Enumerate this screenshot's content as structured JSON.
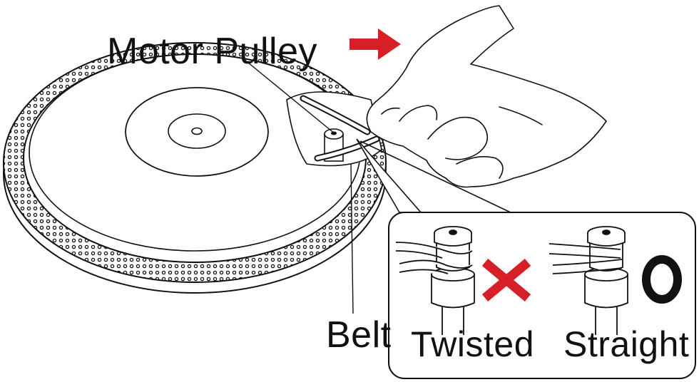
{
  "labels": {
    "motor_pulley": "Motor Pulley",
    "belt": "Belt",
    "twisted": "Twisted",
    "straight": "Straight"
  },
  "colors": {
    "line": "#111111",
    "arrow": "#d61f26",
    "cross": "#d61f26",
    "check_ring": "#111111",
    "background": "#ffffff"
  },
  "icons": {
    "direction": "arrow-right-icon",
    "incorrect": "cross-icon",
    "correct": "circle-o-icon"
  }
}
